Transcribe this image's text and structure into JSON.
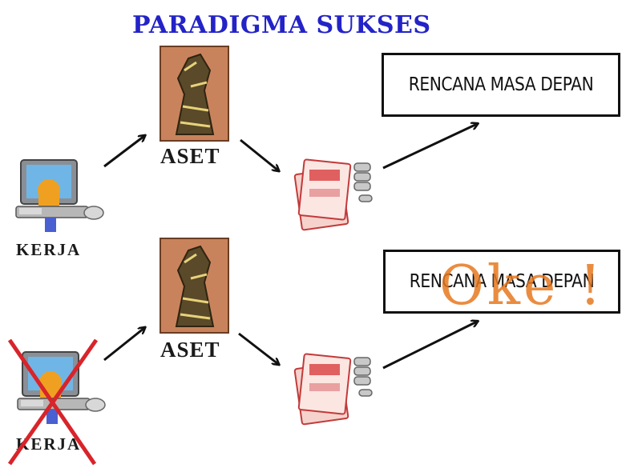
{
  "title": "PARADIGMA SUKSES",
  "rows": [
    {
      "kerja_label": "KERJA",
      "aset_label": "ASET",
      "goal_label": "RENCANA MASA DEPAN",
      "crossed": false
    },
    {
      "kerja_label": "KERJA",
      "aset_label": "ASET",
      "goal_label": "RENCANA MASA DEPAN",
      "crossed": true,
      "overlay": "Oke !"
    }
  ],
  "colors": {
    "title": "#2323c8",
    "cross": "#d8242a",
    "overlay": "#e6781e",
    "asset_bg": "#c9835c"
  },
  "icons": [
    "computer-worker-icon",
    "asset-statue-icon",
    "money-coins-icon",
    "arrow-icon",
    "cross-mark-icon"
  ]
}
